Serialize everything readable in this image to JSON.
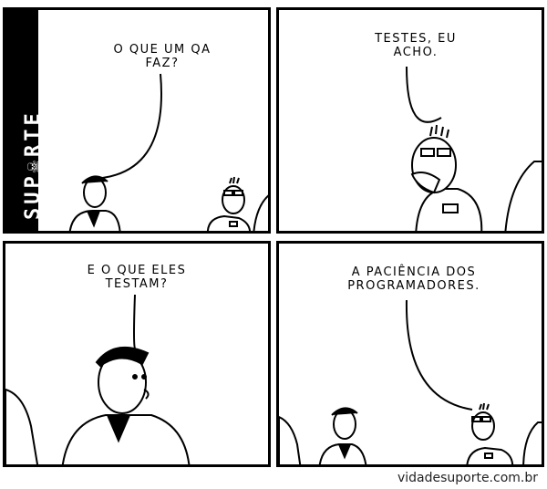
{
  "brand": {
    "name": "SUP☠RTE_"
  },
  "panels": [
    {
      "speech": "O QUE UM QA\nFAZ?"
    },
    {
      "speech": "TESTES, EU\nACHO."
    },
    {
      "speech": "E O QUE ELES\nTESTAM?"
    },
    {
      "speech": "A PACIÊNCIA DOS\nPROGRAMADORES."
    }
  ],
  "footer": {
    "site": "vidadesuporte.com.br"
  }
}
